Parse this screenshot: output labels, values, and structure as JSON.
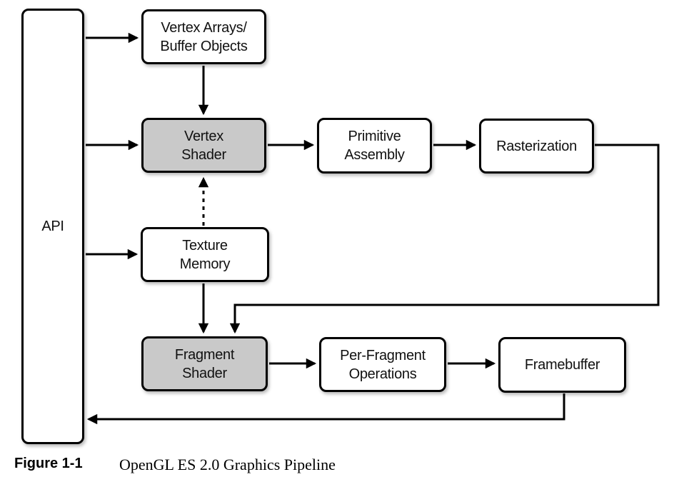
{
  "figure": {
    "label": "Figure 1-1",
    "title": "OpenGL ES 2.0 Graphics Pipeline"
  },
  "colors": {
    "box_fill": "#ffffff",
    "shader_box_fill": "#c9c9c9",
    "border": "#000000",
    "background": "#ffffff"
  },
  "nodes": {
    "api": {
      "label": "API",
      "variant": "plain"
    },
    "vertex_arrays": {
      "label": "Vertex Arrays/\nBuffer Objects",
      "variant": "plain"
    },
    "vertex_shader": {
      "label": "Vertex\nShader",
      "variant": "shader"
    },
    "primitive_assembly": {
      "label": "Primitive\nAssembly",
      "variant": "plain"
    },
    "rasterization": {
      "label": "Rasterization",
      "variant": "plain"
    },
    "texture_memory": {
      "label": "Texture\nMemory",
      "variant": "plain"
    },
    "fragment_shader": {
      "label": "Fragment\nShader",
      "variant": "shader"
    },
    "per_fragment_ops": {
      "label": "Per-Fragment\nOperations",
      "variant": "plain"
    },
    "framebuffer": {
      "label": "Framebuffer",
      "variant": "plain"
    }
  },
  "edges": [
    {
      "from": "api",
      "to": "vertex_arrays",
      "style": "solid"
    },
    {
      "from": "vertex_arrays",
      "to": "vertex_shader",
      "style": "solid"
    },
    {
      "from": "api",
      "to": "vertex_shader",
      "style": "solid"
    },
    {
      "from": "vertex_shader",
      "to": "primitive_assembly",
      "style": "solid"
    },
    {
      "from": "primitive_assembly",
      "to": "rasterization",
      "style": "solid"
    },
    {
      "from": "rasterization",
      "to": "fragment_shader",
      "style": "solid"
    },
    {
      "from": "texture_memory",
      "to": "vertex_shader",
      "style": "dashed"
    },
    {
      "from": "api",
      "to": "texture_memory",
      "style": "solid"
    },
    {
      "from": "texture_memory",
      "to": "fragment_shader",
      "style": "solid"
    },
    {
      "from": "fragment_shader",
      "to": "per_fragment_ops",
      "style": "solid"
    },
    {
      "from": "per_fragment_ops",
      "to": "framebuffer",
      "style": "solid"
    },
    {
      "from": "framebuffer",
      "to": "api",
      "style": "solid"
    }
  ]
}
